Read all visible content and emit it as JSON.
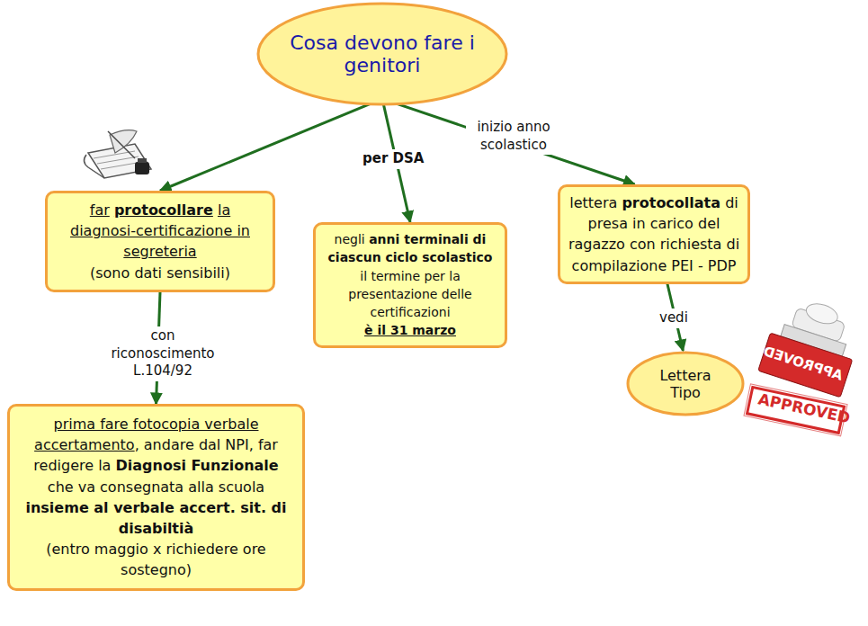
{
  "diagram": {
    "nodes": [
      {
        "text": [
          "Cosa devono fare i genitori"
        ]
      },
      {
        "text": [
          "far",
          "protocollare",
          "la diagnosi-certificazione in segreteria",
          "(sono dati sensibili)"
        ]
      },
      {
        "text": [
          "negli",
          "anni terminali di ciascun ciclo scolastico",
          "il termine per la presentazione delle certificazioni",
          "è il 31 marzo"
        ]
      },
      {
        "text": [
          "lettera",
          "protocollata",
          "di presa in carico del ragazzo con richiesta di compilazione PEI - PDP"
        ]
      },
      {
        "text": [
          "prima fare fotocopia verbale accertamento",
          ", andare dal NPI, far redigere la",
          "Diagnosi Funzionale",
          "che va consegnata alla scuola",
          "insieme al verbale accert. sit. di disabiltià",
          "(entro maggio x richiedere ore sostegno)"
        ]
      },
      {
        "text": [
          "Lettera Tipo"
        ]
      }
    ],
    "edges": [
      {
        "from": 0,
        "to": 1,
        "arrow": "to"
      },
      {
        "from": 0,
        "to": 2,
        "label": "per DSA",
        "arrow": "to"
      },
      {
        "from": 0,
        "to": 3,
        "label": "inizio anno scolastico",
        "arrow": "to"
      },
      {
        "from": 1,
        "to": 4,
        "label": "con riconoscimento L.104/92",
        "arrow": "to"
      },
      {
        "from": 3,
        "to": 5,
        "label": "vedi",
        "arrow": "to"
      }
    ],
    "labels": [
      "APPROVED",
      "APPROVED"
    ]
  }
}
